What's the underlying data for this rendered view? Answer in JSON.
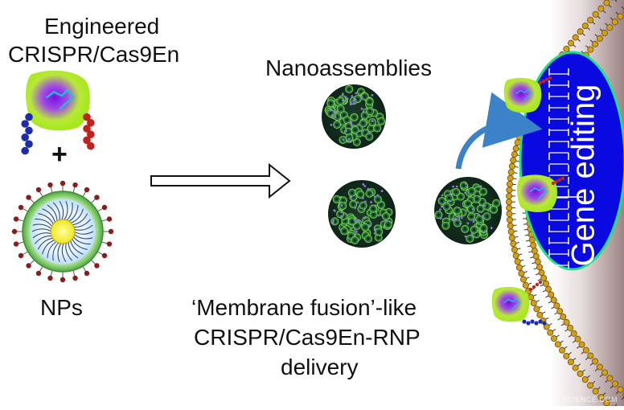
{
  "labels": {
    "cas9_title_line1": "Engineered",
    "cas9_title_line2": "CRISPR/Cas9En",
    "plus": "+",
    "nps": "NPs",
    "nanoassemblies": "Nanoassemblies",
    "delivery_line1": "‘Membrane fusion’-like",
    "delivery_line2": "CRISPR/Cas9En-RNP",
    "delivery_line3": "delivery",
    "gene_editing": "Gene editing"
  },
  "watermark": "SCIENCE.COM",
  "colors": {
    "cell_bg_dark": "#a08a8a",
    "nucleus": "#0a0ae0",
    "nucleus_outline": "#1fe08a",
    "protein_green": "#b6f01e",
    "protein_purple": "#8a1ee6",
    "lipid_head": "#d4a012",
    "np_core": "#ffff3c",
    "np_shell": "#58c04a",
    "np_dots": "#8a1c1c",
    "tail_blue": "#1c2caa",
    "tail_red": "#c0221c",
    "arrow_blue": "#3c82c8"
  },
  "icons": {
    "cas9_protein": "cas9-protein-icon",
    "nanoparticle": "nanoparticle-icon",
    "nanoassembly": "nanoassembly-icon",
    "arrow": "right-arrow-icon"
  }
}
